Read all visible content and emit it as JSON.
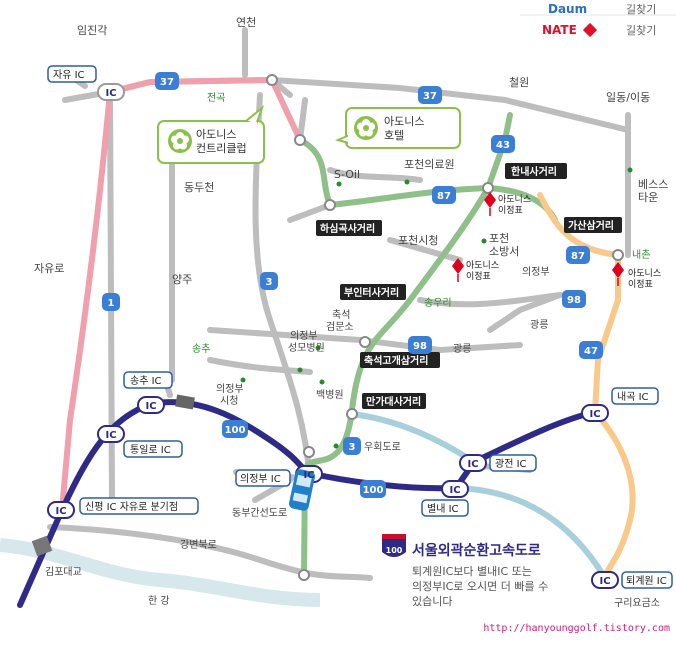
{
  "header": {
    "daum_logo": "Daum",
    "daum_link": "길찾기",
    "nate_logo": "NATE",
    "nate_link": "길찾기"
  },
  "places": {
    "imjingak": "임진각",
    "yeoncheon": "연천",
    "cheolwon": "철원",
    "ildong": "일동/이동",
    "jeongok": "전곡",
    "dongducheon": "동두천",
    "pocheon_medical": "포천의료원",
    "soil": "S-Oil",
    "pocheon_cityhall": "포천시청",
    "pocheon_fire": "포천\n소방서",
    "bestown": "베스스\n타운",
    "naechon": "내촌",
    "uijeongbu_area": "의정부",
    "yangju": "양주",
    "jayuro": "자유로",
    "songchu": "송추",
    "songuri": "송우리",
    "uijeongbu_hospital": "의정부\n성모병원",
    "chukseok": "축석\n검문소",
    "gwangneung1": "광릉",
    "gwangneung2": "광릉",
    "uijeongbu_cityhall": "의정부\n시청",
    "baekbyeongwon": "백병원",
    "woori_road": "우회도로",
    "dongbu": "동부간선도로",
    "gangbyeon": "강변북로",
    "gimpo_bridge": "김포대교",
    "hangang": "한 강",
    "guri_toll": "구리요금소"
  },
  "intersections": {
    "hannae": "한내사거리",
    "hasimgok": "하심곡사거리",
    "gasansam": "가산삼거리",
    "buin": "부인터사거리",
    "chukseokgogae": "축석고개삼거리",
    "mankadae": "만가대사거리"
  },
  "destinations": {
    "country_club": "아도니스\n컨트리클럽",
    "hotel": "아도니스\n호텔",
    "ramp1": "아도니스\n이정표",
    "ramp2": "아도니스\n이정표",
    "ramp3": "아도니스\n이정표"
  },
  "ic_marker": "IC",
  "ic_labels": {
    "jayu": "자유 IC",
    "songchu": "송추 IC",
    "tongillo": "통일로 IC",
    "sinpyeong": "신평 IC 자유로 분기점",
    "uijeongbu": "의정부 IC",
    "gwangjeon": "광전 IC",
    "byeollae": "별내 IC",
    "naegok": "내곡 IC",
    "toegyewon": "퇴계원 IC"
  },
  "route_numbers": {
    "r37a": "37",
    "r37b": "37",
    "r43": "43",
    "r87a": "87",
    "r87b": "87",
    "r3a": "3",
    "r3b": "3",
    "r1": "1",
    "r98a": "98",
    "r98b": "98",
    "r47": "47",
    "r100a": "100",
    "r100b": "100"
  },
  "legend": {
    "expressway_shield": "100",
    "title": "서울외곽순환고속도로",
    "note_line1": "퇴계원IC보다 별내IC 또는",
    "note_line2": "의정부IC로 오시면 더 빠를 수",
    "note_line3": "있습니다"
  },
  "footer_url": "http://hanyounggolf.tistory.com",
  "colors": {
    "gray_road": "#bdbdbd",
    "pink_road": "#f0a0ac",
    "green_road": "#8fc08a",
    "orange_road": "#f8c98a",
    "blue_road": "#a8cfdc",
    "expressway": "#2f2a86",
    "route_shield": "#3a7fd5",
    "green_box": "#8cc04a",
    "marker_red": "#e0001c"
  }
}
